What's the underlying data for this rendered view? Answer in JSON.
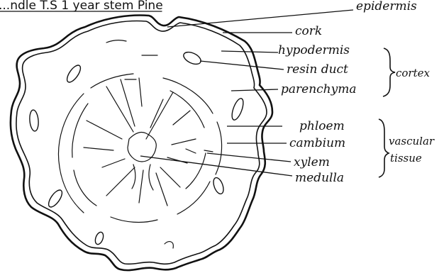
{
  "title": "...ndle T.S 1 year stem Pine",
  "labels": {
    "epidermis": "epidermis",
    "cork": "cork",
    "hypodermis": "hypodermis",
    "resin_duct": "resin duct",
    "parenchyma": "parenchyma",
    "cortex": "cortex",
    "phloem": "phloem",
    "cambium": "cambium",
    "xylem": "xylem",
    "vascular": "vascular",
    "tissue": "tissue",
    "medulla": "medulla"
  }
}
